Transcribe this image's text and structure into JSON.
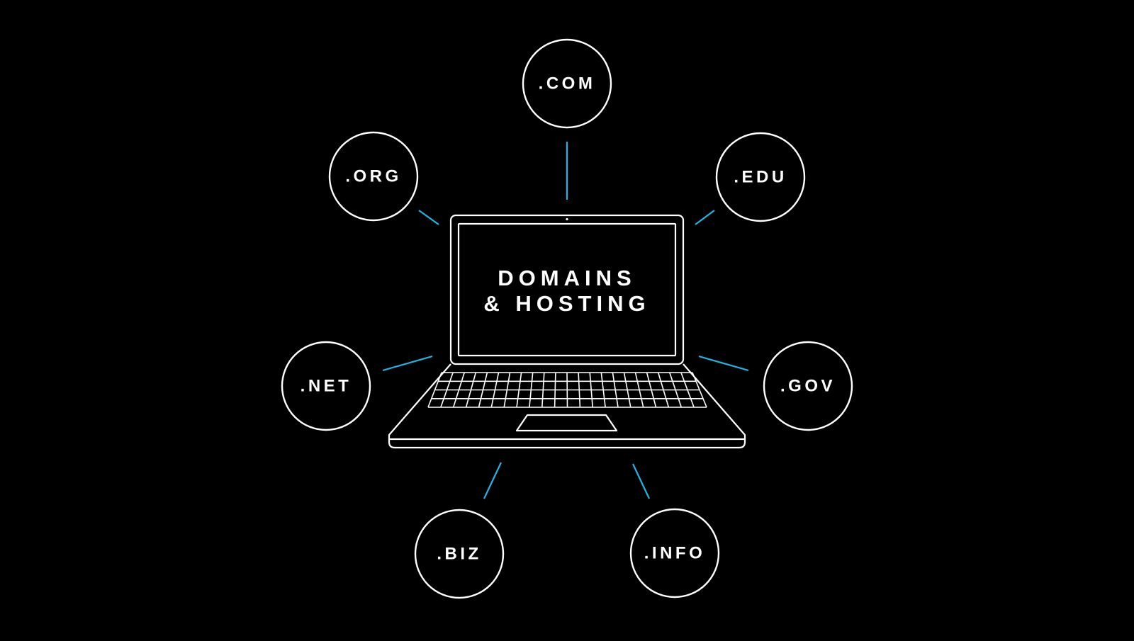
{
  "diagram": {
    "center": {
      "title_line1": "DOMAINS",
      "title_line2": "& HOSTING",
      "device": "laptop-icon"
    },
    "tlds": [
      {
        "id": "com",
        "label": ".COM"
      },
      {
        "id": "org",
        "label": ".ORG"
      },
      {
        "id": "edu",
        "label": ".EDU"
      },
      {
        "id": "net",
        "label": ".NET"
      },
      {
        "id": "gov",
        "label": ".GOV"
      },
      {
        "id": "biz",
        "label": ".BIZ"
      },
      {
        "id": "info",
        "label": ".INFO"
      }
    ]
  },
  "colors": {
    "background": "#000000",
    "outline": "#ffffff",
    "connector": "#1fb6e6",
    "text": "#ffffff"
  }
}
